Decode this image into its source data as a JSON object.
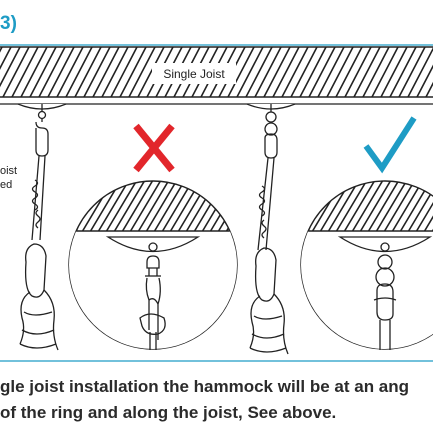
{
  "step_label": "3)",
  "joist_label": "Single Joist",
  "side_label_lines": [
    "oist",
    "ed"
  ],
  "caption_lines": [
    "gle joist installation the hammock will be at an ang",
    "of the ring and along the joist, See above."
  ],
  "colors": {
    "accent": "#1e9cc5",
    "cross": "#e2262b",
    "check": "#1e9cc5",
    "ink": "#222222",
    "caption": "#2b2b2b"
  },
  "icons": [
    "cross-mark-icon",
    "check-mark-icon"
  ]
}
